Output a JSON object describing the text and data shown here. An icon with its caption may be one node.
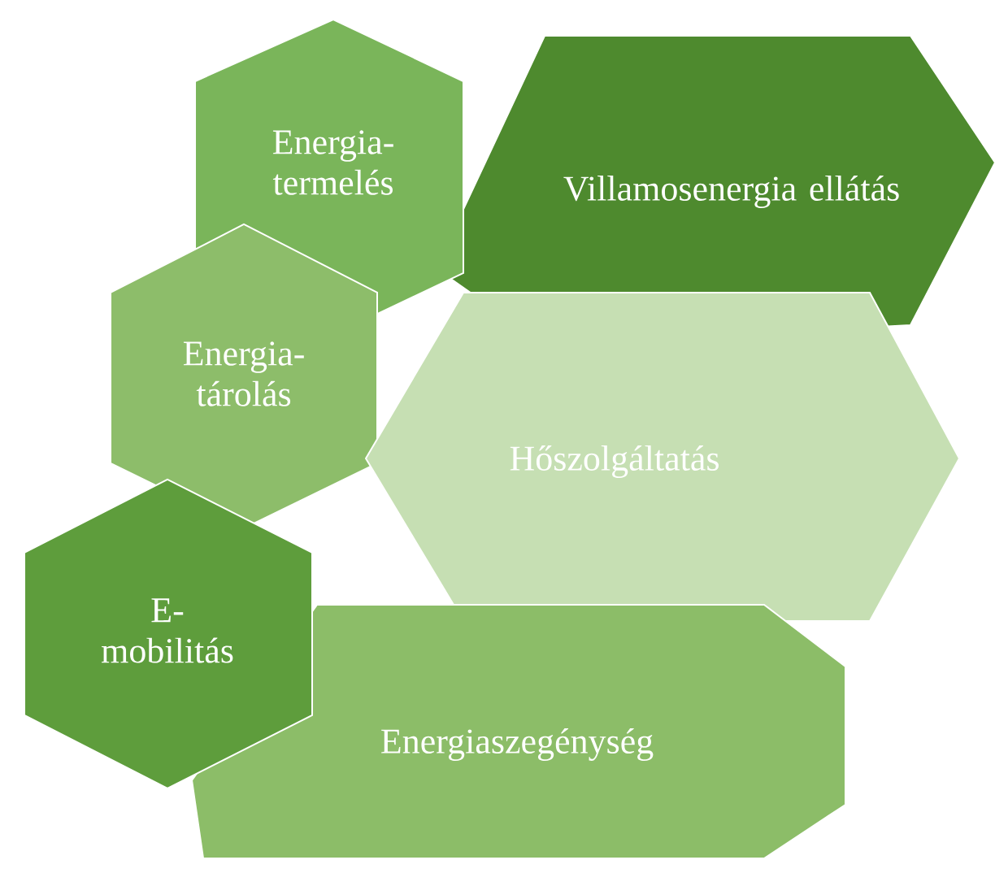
{
  "diagram": {
    "nodes": [
      {
        "text": [
          "Energia- termelés"
        ]
      },
      {
        "text": [
          "Villamosenergia ellátás"
        ]
      },
      {
        "text": [
          "Energia- tárolás"
        ]
      },
      {
        "text": [
          "Hőszolgáltatás"
        ]
      },
      {
        "text": [
          "E- mobilitás"
        ]
      },
      {
        "text": [
          "Energiaszegénység"
        ]
      }
    ]
  }
}
